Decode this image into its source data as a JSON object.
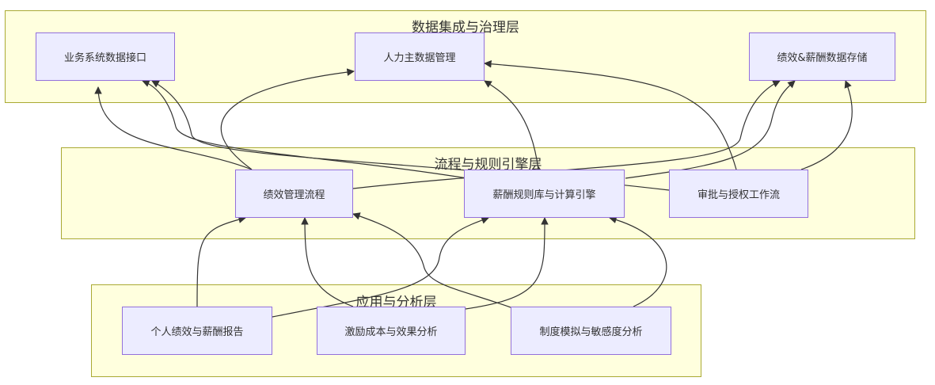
{
  "layers": {
    "data": {
      "title": "数据集成与治理层"
    },
    "engine": {
      "title": "流程与规则引擎层"
    },
    "app": {
      "title": "应用与分析层"
    }
  },
  "nodes": {
    "biz_interface": "业务系统数据接口",
    "hr_master": "人力主数据管理",
    "perf_pay_store": "绩效&薪酬数据存储",
    "perf_process": "绩效管理流程",
    "pay_rules": "薪酬规则库与计算引擎",
    "approval": "审批与授权工作流",
    "report": "个人绩效与薪酬报告",
    "cost_analysis": "激励成本与效果分析",
    "simulation": "制度模拟与敏感度分析"
  },
  "colors": {
    "layer_fill": "#ffffde",
    "layer_border": "#aaaa33",
    "node_fill": "#ececff",
    "node_border": "#9370db",
    "edge": "#333333"
  }
}
